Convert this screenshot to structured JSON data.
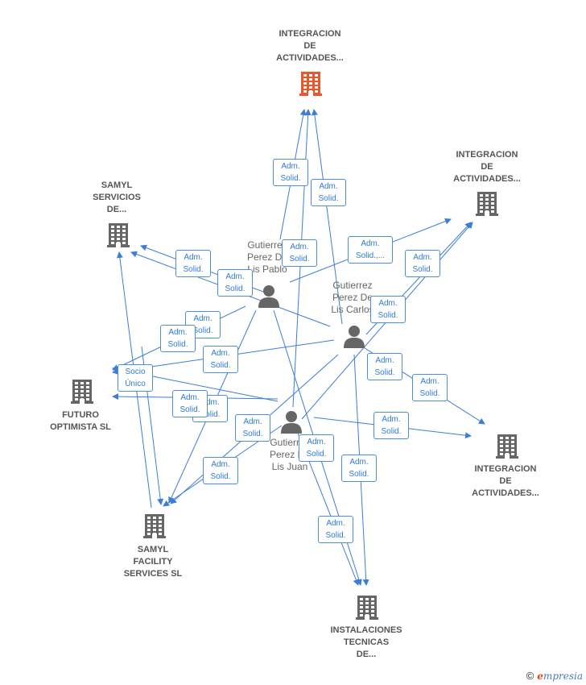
{
  "companies": [
    {
      "id": "c_top",
      "name": "INTEGRACION\nDE\nACTIVIDADES...",
      "color": "#e8582a"
    },
    {
      "id": "c_right_top",
      "name": "INTEGRACION\nDE\nACTIVIDADES...",
      "color": "#666666"
    },
    {
      "id": "c_samyl_servicios",
      "name": "SAMYL\nSERVICIOS\nDE...",
      "color": "#666666"
    },
    {
      "id": "c_futuro",
      "name": "FUTURO\nOPTIMISTA SL",
      "color": "#666666"
    },
    {
      "id": "c_right_bottom",
      "name": "INTEGRACION\nDE\nACTIVIDADES...",
      "color": "#666666"
    },
    {
      "id": "c_samyl_facility",
      "name": "SAMYL\nFACILITY\nSERVICES  SL",
      "color": "#666666"
    },
    {
      "id": "c_instalaciones",
      "name": "INSTALACIONES\nTECNICAS\nDE...",
      "color": "#666666"
    }
  ],
  "persons": [
    {
      "id": "p_pablo",
      "name": "Gutierrez\nPerez De\nLis Pablo"
    },
    {
      "id": "p_carlos",
      "name": "Gutierrez\nPerez De\nLis Carlos"
    },
    {
      "id": "p_juan",
      "name": "Gutierrez\nPerez De\nLis Juan"
    }
  ],
  "relations": [
    {
      "label": "Adm.\nSolid."
    },
    {
      "label": "Adm.\nSolid."
    },
    {
      "label": "Adm.\nSolid."
    },
    {
      "label": "Adm.\nSolid.,..."
    },
    {
      "label": "Adm.\nSolid."
    },
    {
      "label": "Adm.\nSolid."
    },
    {
      "label": "Adm.\nSolid."
    },
    {
      "label": "Adm.\nSolid."
    },
    {
      "label": "Adm.\nSolid."
    },
    {
      "label": "Adm.\nSolid."
    },
    {
      "label": "Adm.\nSolid."
    },
    {
      "label": "Socio\nÚnico"
    },
    {
      "label": "Adm.\nSolid."
    },
    {
      "label": "Adm.\nSolid."
    },
    {
      "label": "Adm.\nSolid."
    },
    {
      "label": "Adm.\nSolid."
    },
    {
      "label": "Adm.\nSolid."
    },
    {
      "label": "Adm.\nSolid."
    },
    {
      "label": "Adm.\nSolid."
    },
    {
      "label": "Adm.\nSolid."
    },
    {
      "label": "Adm.\nSolid."
    },
    {
      "label": "Adm.\nSolid."
    }
  ],
  "edge_color": "#3b7dd8",
  "footer": {
    "copyright": "©",
    "brand_first": "e",
    "brand_rest": "mpresia"
  }
}
